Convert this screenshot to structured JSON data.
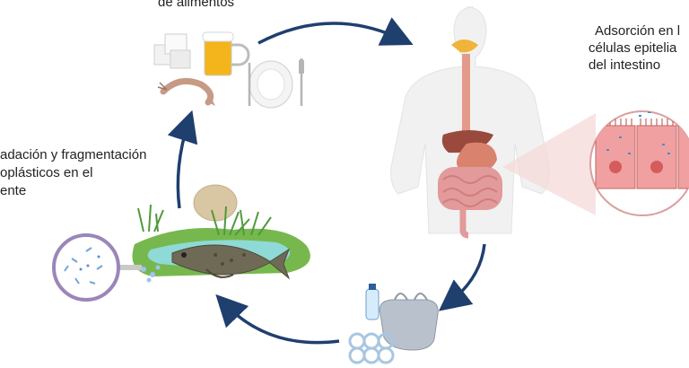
{
  "labels": {
    "food": "de alimentos",
    "absorption_line1": "Adsorción en l",
    "absorption_line2": "células epitelia",
    "absorption_line3": "del intestino",
    "degradation_line1": "adación y fragmentación",
    "degradation_line2": "oplásticos en el",
    "degradation_line3": "ente"
  },
  "colors": {
    "arrow": "#1f3f6e",
    "tissue": "#f3d6d6",
    "cell": "#e98a8a",
    "water": "#8fd9d6",
    "grass": "#4f9a3c"
  }
}
